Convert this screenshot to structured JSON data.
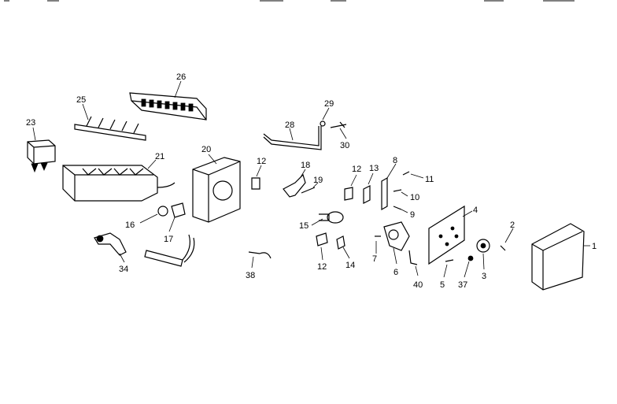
{
  "labels": [
    "1",
    "2",
    "3",
    "4",
    "5",
    "6",
    "7",
    "8",
    "9",
    "10",
    "11",
    "12",
    "13",
    "14",
    "15",
    "16",
    "17",
    "18",
    "19",
    "20",
    "21",
    "23",
    "25",
    "26",
    "28",
    "29",
    "30",
    "34",
    "37",
    "38",
    "40"
  ]
}
